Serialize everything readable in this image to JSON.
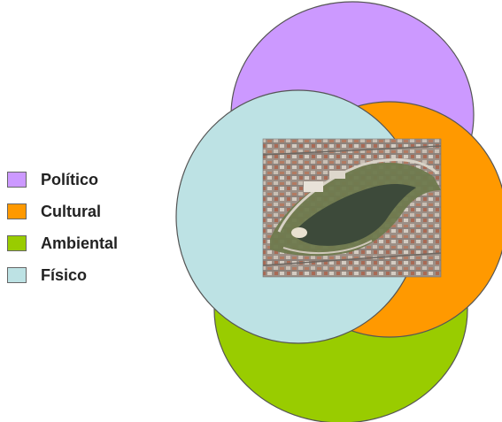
{
  "legend": {
    "items": [
      {
        "label": "Político",
        "color": "#cc99ff"
      },
      {
        "label": "Cultural",
        "color": "#ff9900"
      },
      {
        "label": "Ambiental",
        "color": "#99cc00"
      },
      {
        "label": "Físico",
        "color": "#bde2e4"
      }
    ]
  },
  "diagram": {
    "outline_color": "#555555",
    "photo": {
      "description_icon": "aerial-photo-icon"
    }
  }
}
